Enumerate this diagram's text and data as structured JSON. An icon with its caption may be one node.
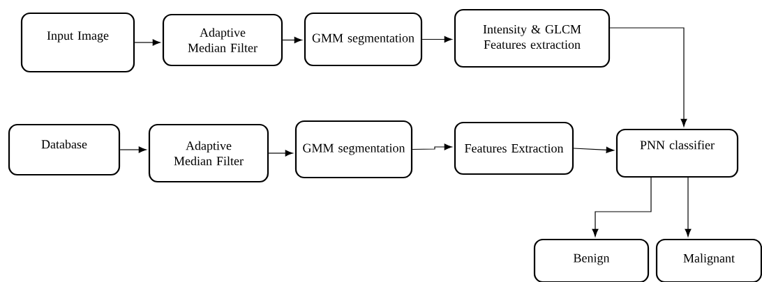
{
  "diagram": {
    "nodes": [
      {
        "text": [
          "Input Image"
        ]
      },
      {
        "text": [
          "Adaptive Median Filter"
        ]
      },
      {
        "text": [
          "GMM segmentation"
        ]
      },
      {
        "text": [
          "Intensity & GLCM Features extraction"
        ]
      },
      {
        "text": [
          "Database"
        ]
      },
      {
        "text": [
          "Adaptive Median Filter"
        ]
      },
      {
        "text": [
          "GMM segmentation"
        ]
      },
      {
        "text": [
          "Features Extraction"
        ]
      },
      {
        "text": [
          "PNN classifier"
        ]
      },
      {
        "text": [
          "Benign"
        ]
      },
      {
        "text": [
          "Malignant"
        ]
      }
    ],
    "edges": [
      {
        "from": 0,
        "to": 1,
        "arrow": "to"
      },
      {
        "from": 1,
        "to": 2,
        "arrow": "to"
      },
      {
        "from": 2,
        "to": 3,
        "arrow": "to"
      },
      {
        "from": 4,
        "to": 5,
        "arrow": "to"
      },
      {
        "from": 5,
        "to": 6,
        "arrow": "to"
      },
      {
        "from": 6,
        "to": 7,
        "arrow": "to"
      },
      {
        "from": 7,
        "to": 8,
        "arrow": "to"
      },
      {
        "from": 3,
        "to": 8,
        "arrow": "to"
      },
      {
        "from": 8,
        "to": 9,
        "arrow": "to"
      },
      {
        "from": 8,
        "to": 10,
        "arrow": "to"
      }
    ]
  }
}
